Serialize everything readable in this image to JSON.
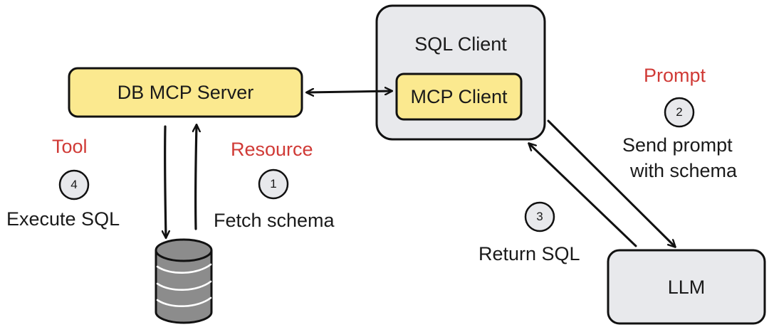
{
  "nodes": {
    "db_mcp_server": "DB MCP Server",
    "sql_client": "SQL Client",
    "mcp_client": "MCP Client",
    "llm": "LLM"
  },
  "labels": {
    "tool": "Tool",
    "resource": "Resource",
    "prompt": "Prompt"
  },
  "steps": [
    {
      "number": "1",
      "text": "Fetch schema"
    },
    {
      "number": "2",
      "text_line1": "Send prompt",
      "text_line2": "with schema"
    },
    {
      "number": "3",
      "text": "Return SQL"
    },
    {
      "number": "4",
      "text": "Execute SQL"
    }
  ],
  "colors": {
    "server_fill": "#fbe98f",
    "client_fill": "#e8e9ec",
    "accent_red": "#d03a36",
    "stroke": "#111111",
    "db_fill": "#8c8c8c"
  },
  "icons": {
    "database": "database-icon"
  }
}
